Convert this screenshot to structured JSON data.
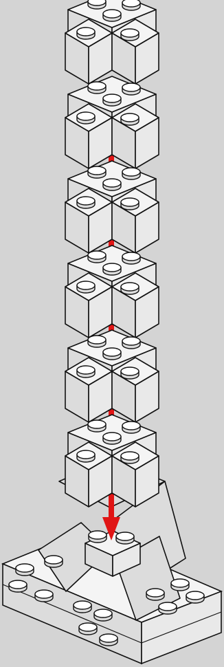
{
  "diagram": {
    "kind": "assembly-instruction-step",
    "background_color": "#d4d4d4",
    "brick_face_color": "#f4f4f4",
    "brick_left_shade": "#dcdcdc",
    "brick_right_shade": "#e9e9e9",
    "stud_top_color": "#ffffff",
    "outline_color": "#111111",
    "arrow_color": "#e01515",
    "cross_layers": 6,
    "studs_per_cross": 5,
    "arrow_direction": "down",
    "base": {
      "slopes": 4,
      "studs": 12
    }
  }
}
